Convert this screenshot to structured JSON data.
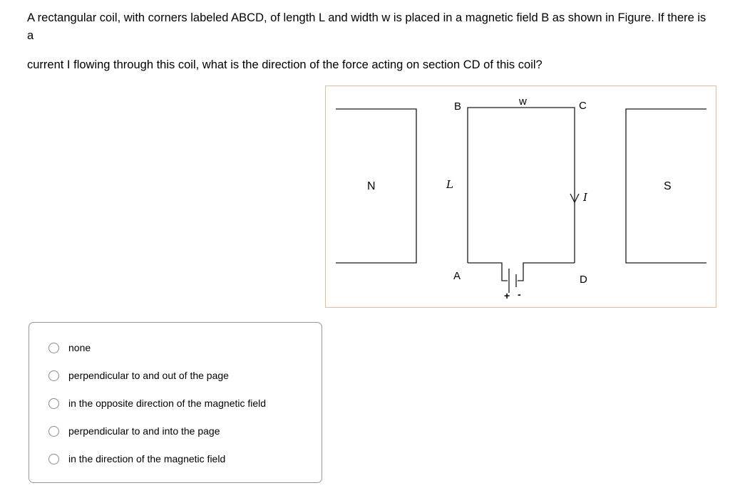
{
  "question": {
    "line1": "A rectangular coil, with corners labeled ABCD, of length L and width w is placed in a magnetic field B as shown in Figure. If there is a",
    "line2": "current I flowing through this coil, what is the direction of the force acting on section CD of this coil?"
  },
  "figure": {
    "labels": {
      "north_pole": "N",
      "south_pole": "S",
      "corner_b": "B",
      "corner_c": "C",
      "corner_a": "A",
      "corner_d": "D",
      "width": "w",
      "length": "L",
      "current": "I",
      "battery_plus": "+",
      "battery_minus": "-"
    }
  },
  "options": [
    {
      "label": "none"
    },
    {
      "label": "perpendicular to and out of the page"
    },
    {
      "label": "in the opposite direction of the magnetic field"
    },
    {
      "label": "perpendicular to and into the page"
    },
    {
      "label": "in the direction of the magnetic field"
    }
  ]
}
